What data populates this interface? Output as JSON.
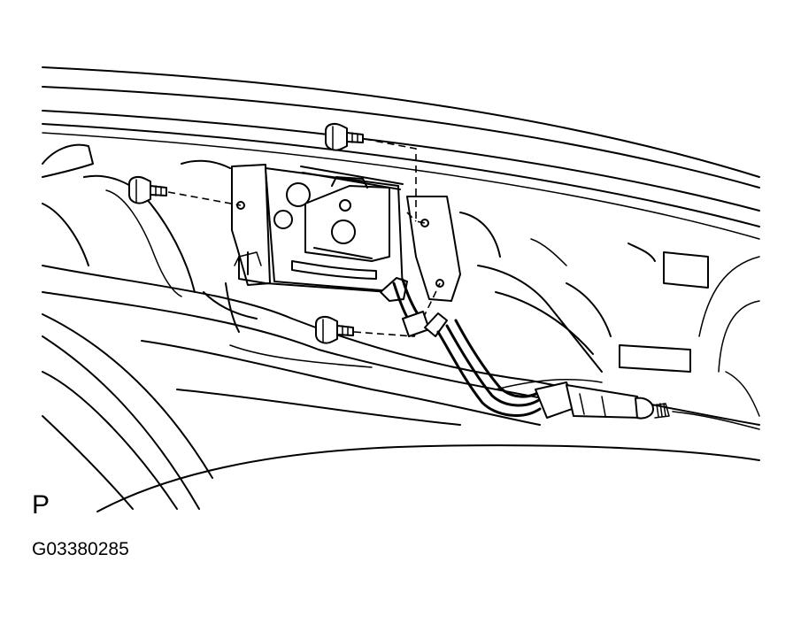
{
  "figure": {
    "view_letter": "P",
    "figure_id": "G03380285"
  },
  "parts": {
    "bolt_icons": [
      "bolt-upper",
      "bolt-left",
      "bolt-lower"
    ],
    "latch_icon": "hood-lock-latch",
    "connector_icon": "wire-harness-connector"
  },
  "colors": {
    "line": "#000000",
    "background": "#ffffff"
  }
}
